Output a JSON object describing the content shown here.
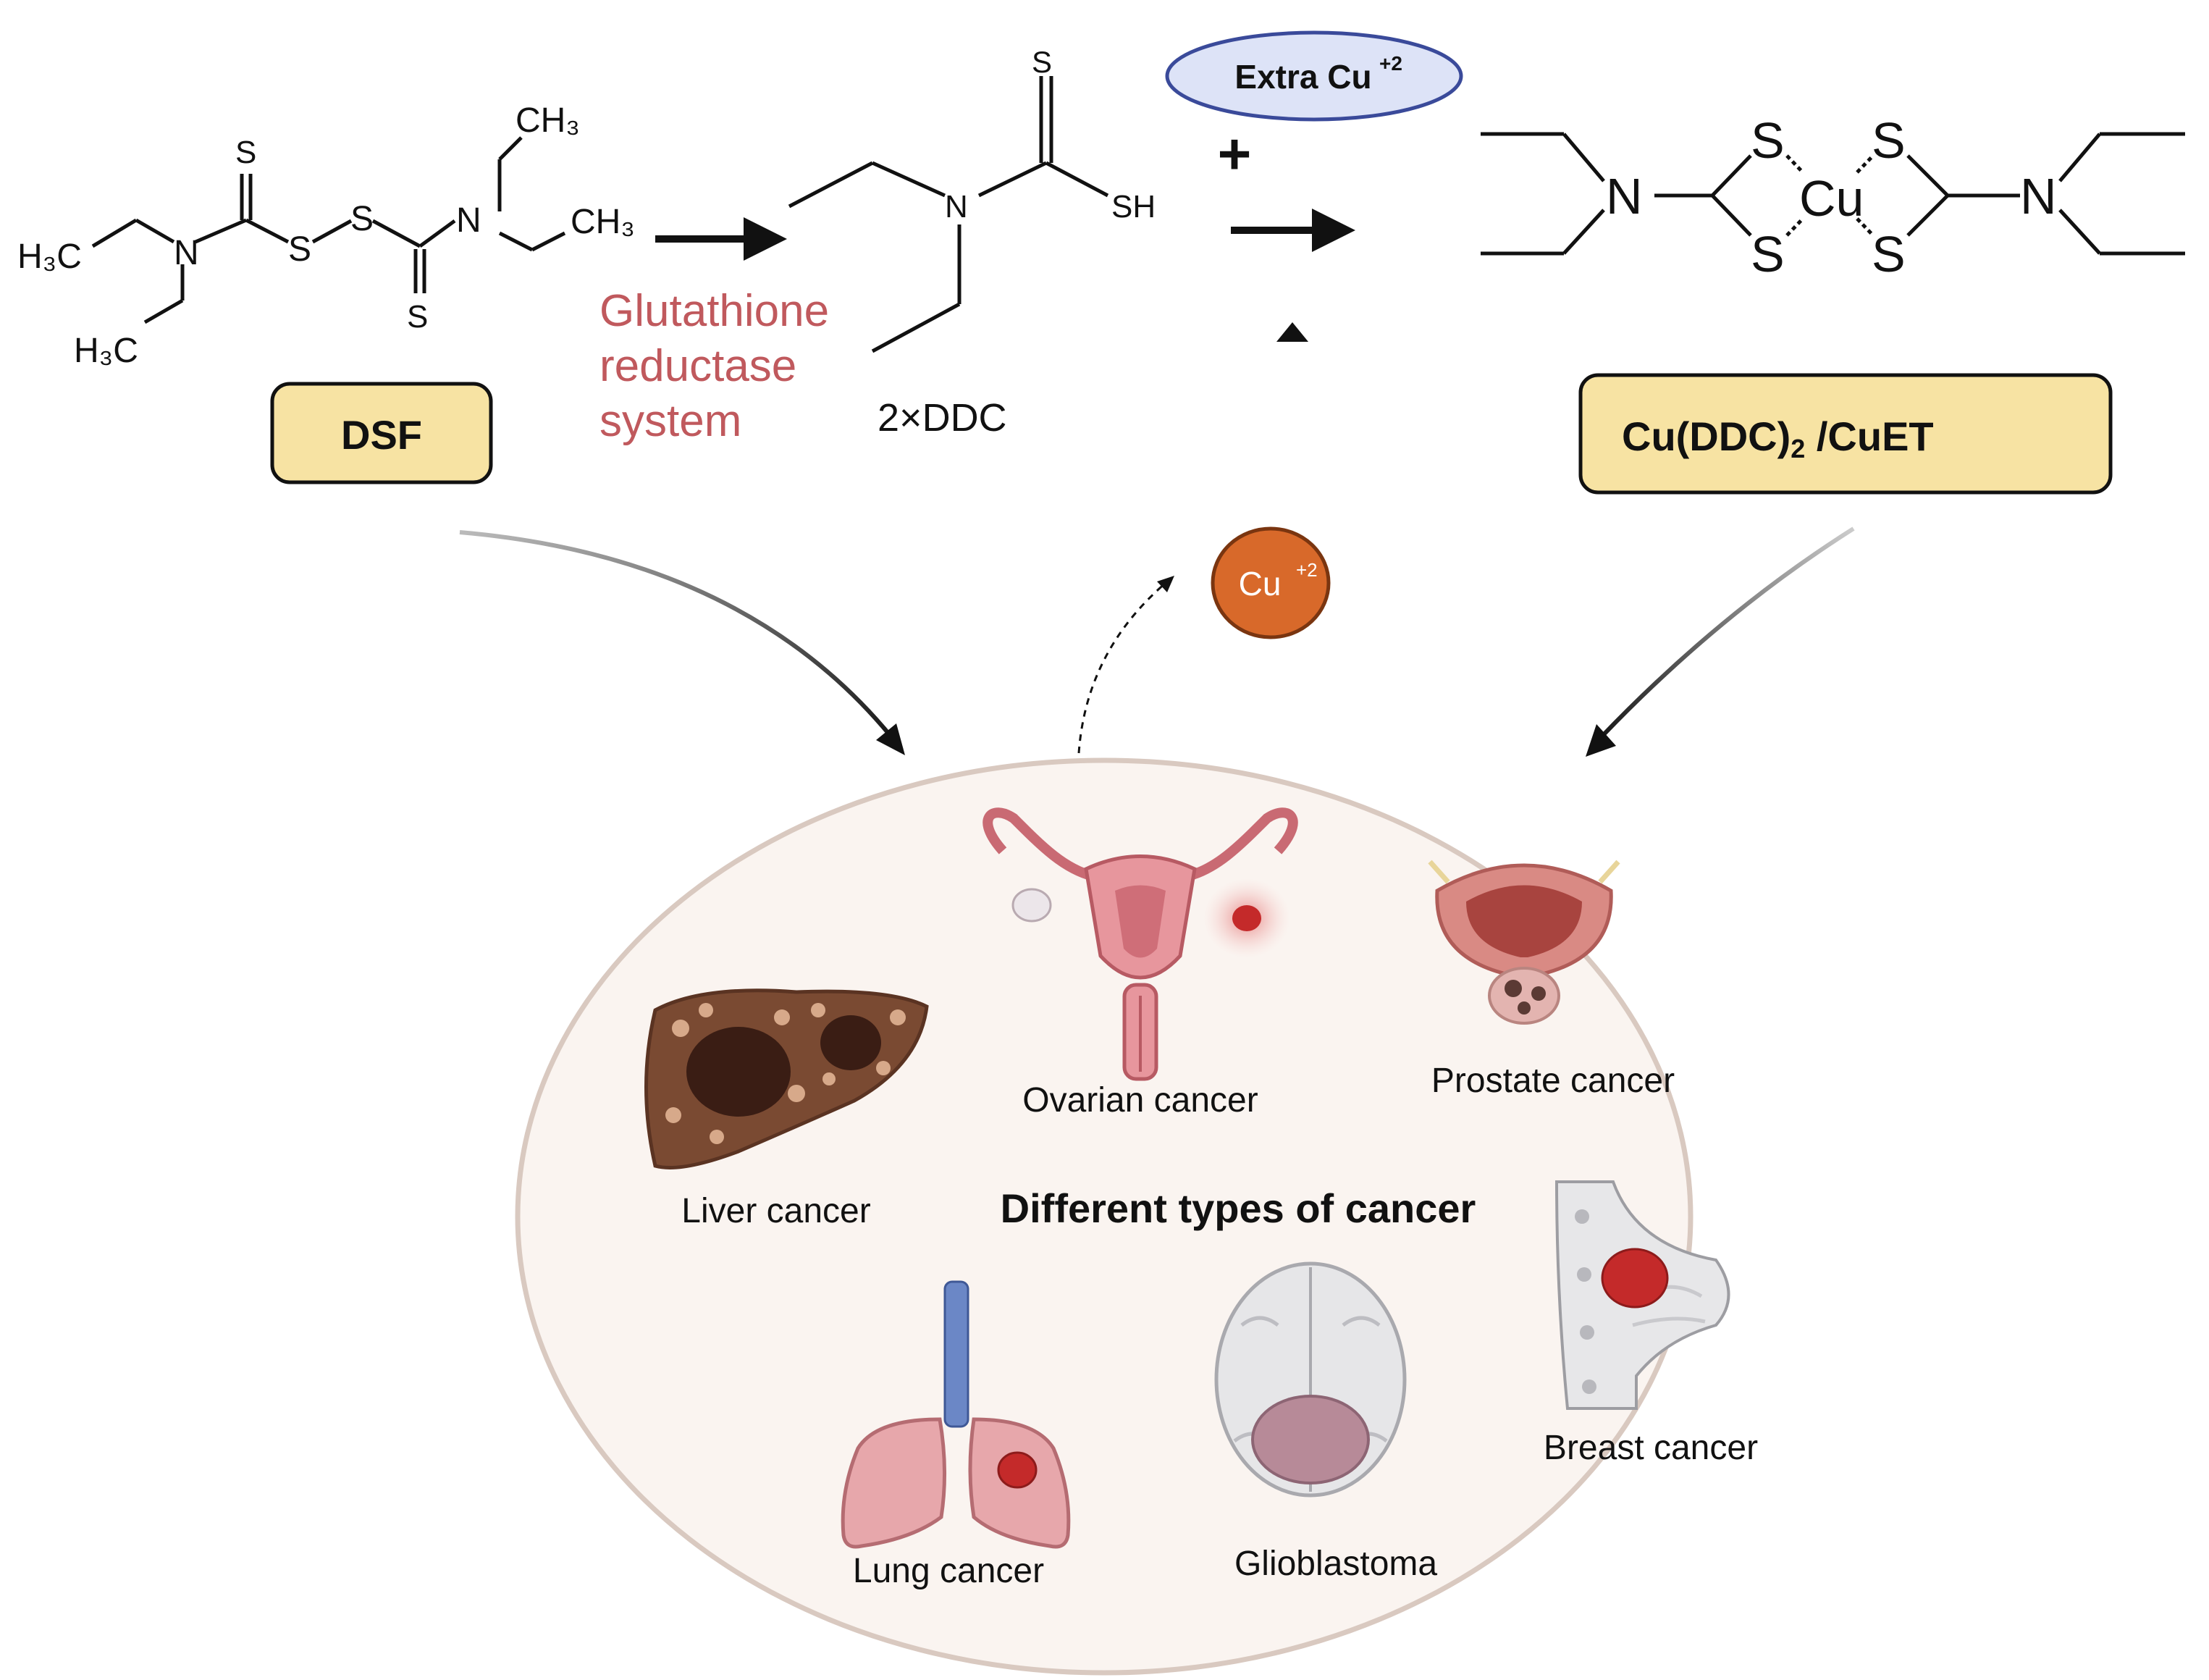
{
  "dsf": {
    "label": "DSF",
    "atoms": {
      "h3c_top": "H₃C",
      "h3c_bottom": "H₃C",
      "n_left": "N",
      "n_right": "N",
      "s_top": "S",
      "s_mid_left": "S",
      "s_mid_right": "S",
      "s_bottom": "S",
      "ch3_top": "CH₃",
      "ch3_right": "CH₃"
    }
  },
  "step1": {
    "label_line1": "Glutathione",
    "label_line2": "reductase",
    "label_line3": "system"
  },
  "ddc": {
    "label": "2×DDC",
    "atoms": {
      "s_top": "S",
      "n": "N",
      "sh": "SH"
    }
  },
  "extra_cu": {
    "label": "Extra Cu",
    "charge": "+2"
  },
  "plus_sign": "+",
  "cu_ion": {
    "label": "Cu",
    "charge": "+2"
  },
  "complex": {
    "label_main": "Cu(DDC)",
    "label_sub": "2",
    "label_rest": " /CuET",
    "atoms": {
      "n_left": "N",
      "n_right": "N",
      "cu": "Cu",
      "s1": "S",
      "s2": "S",
      "s3": "S",
      "s4": "S"
    }
  },
  "cancer_panel": {
    "title": "Different types of cancer",
    "items": [
      "Ovarian cancer",
      "Prostate cancer",
      "Liver cancer",
      "Lung cancer",
      "Glioblastoma",
      "Breast cancer"
    ]
  },
  "colors": {
    "label_box_fill": "#f7e3a3",
    "step_text": "#c0595d",
    "extra_cu_fill": "#dde3f7",
    "extra_cu_stroke": "#3a4a9a",
    "cu_ion_fill": "#d8692a",
    "ellipse_fill": "#faf4f0",
    "ellipse_stroke": "#d9c9c0"
  }
}
